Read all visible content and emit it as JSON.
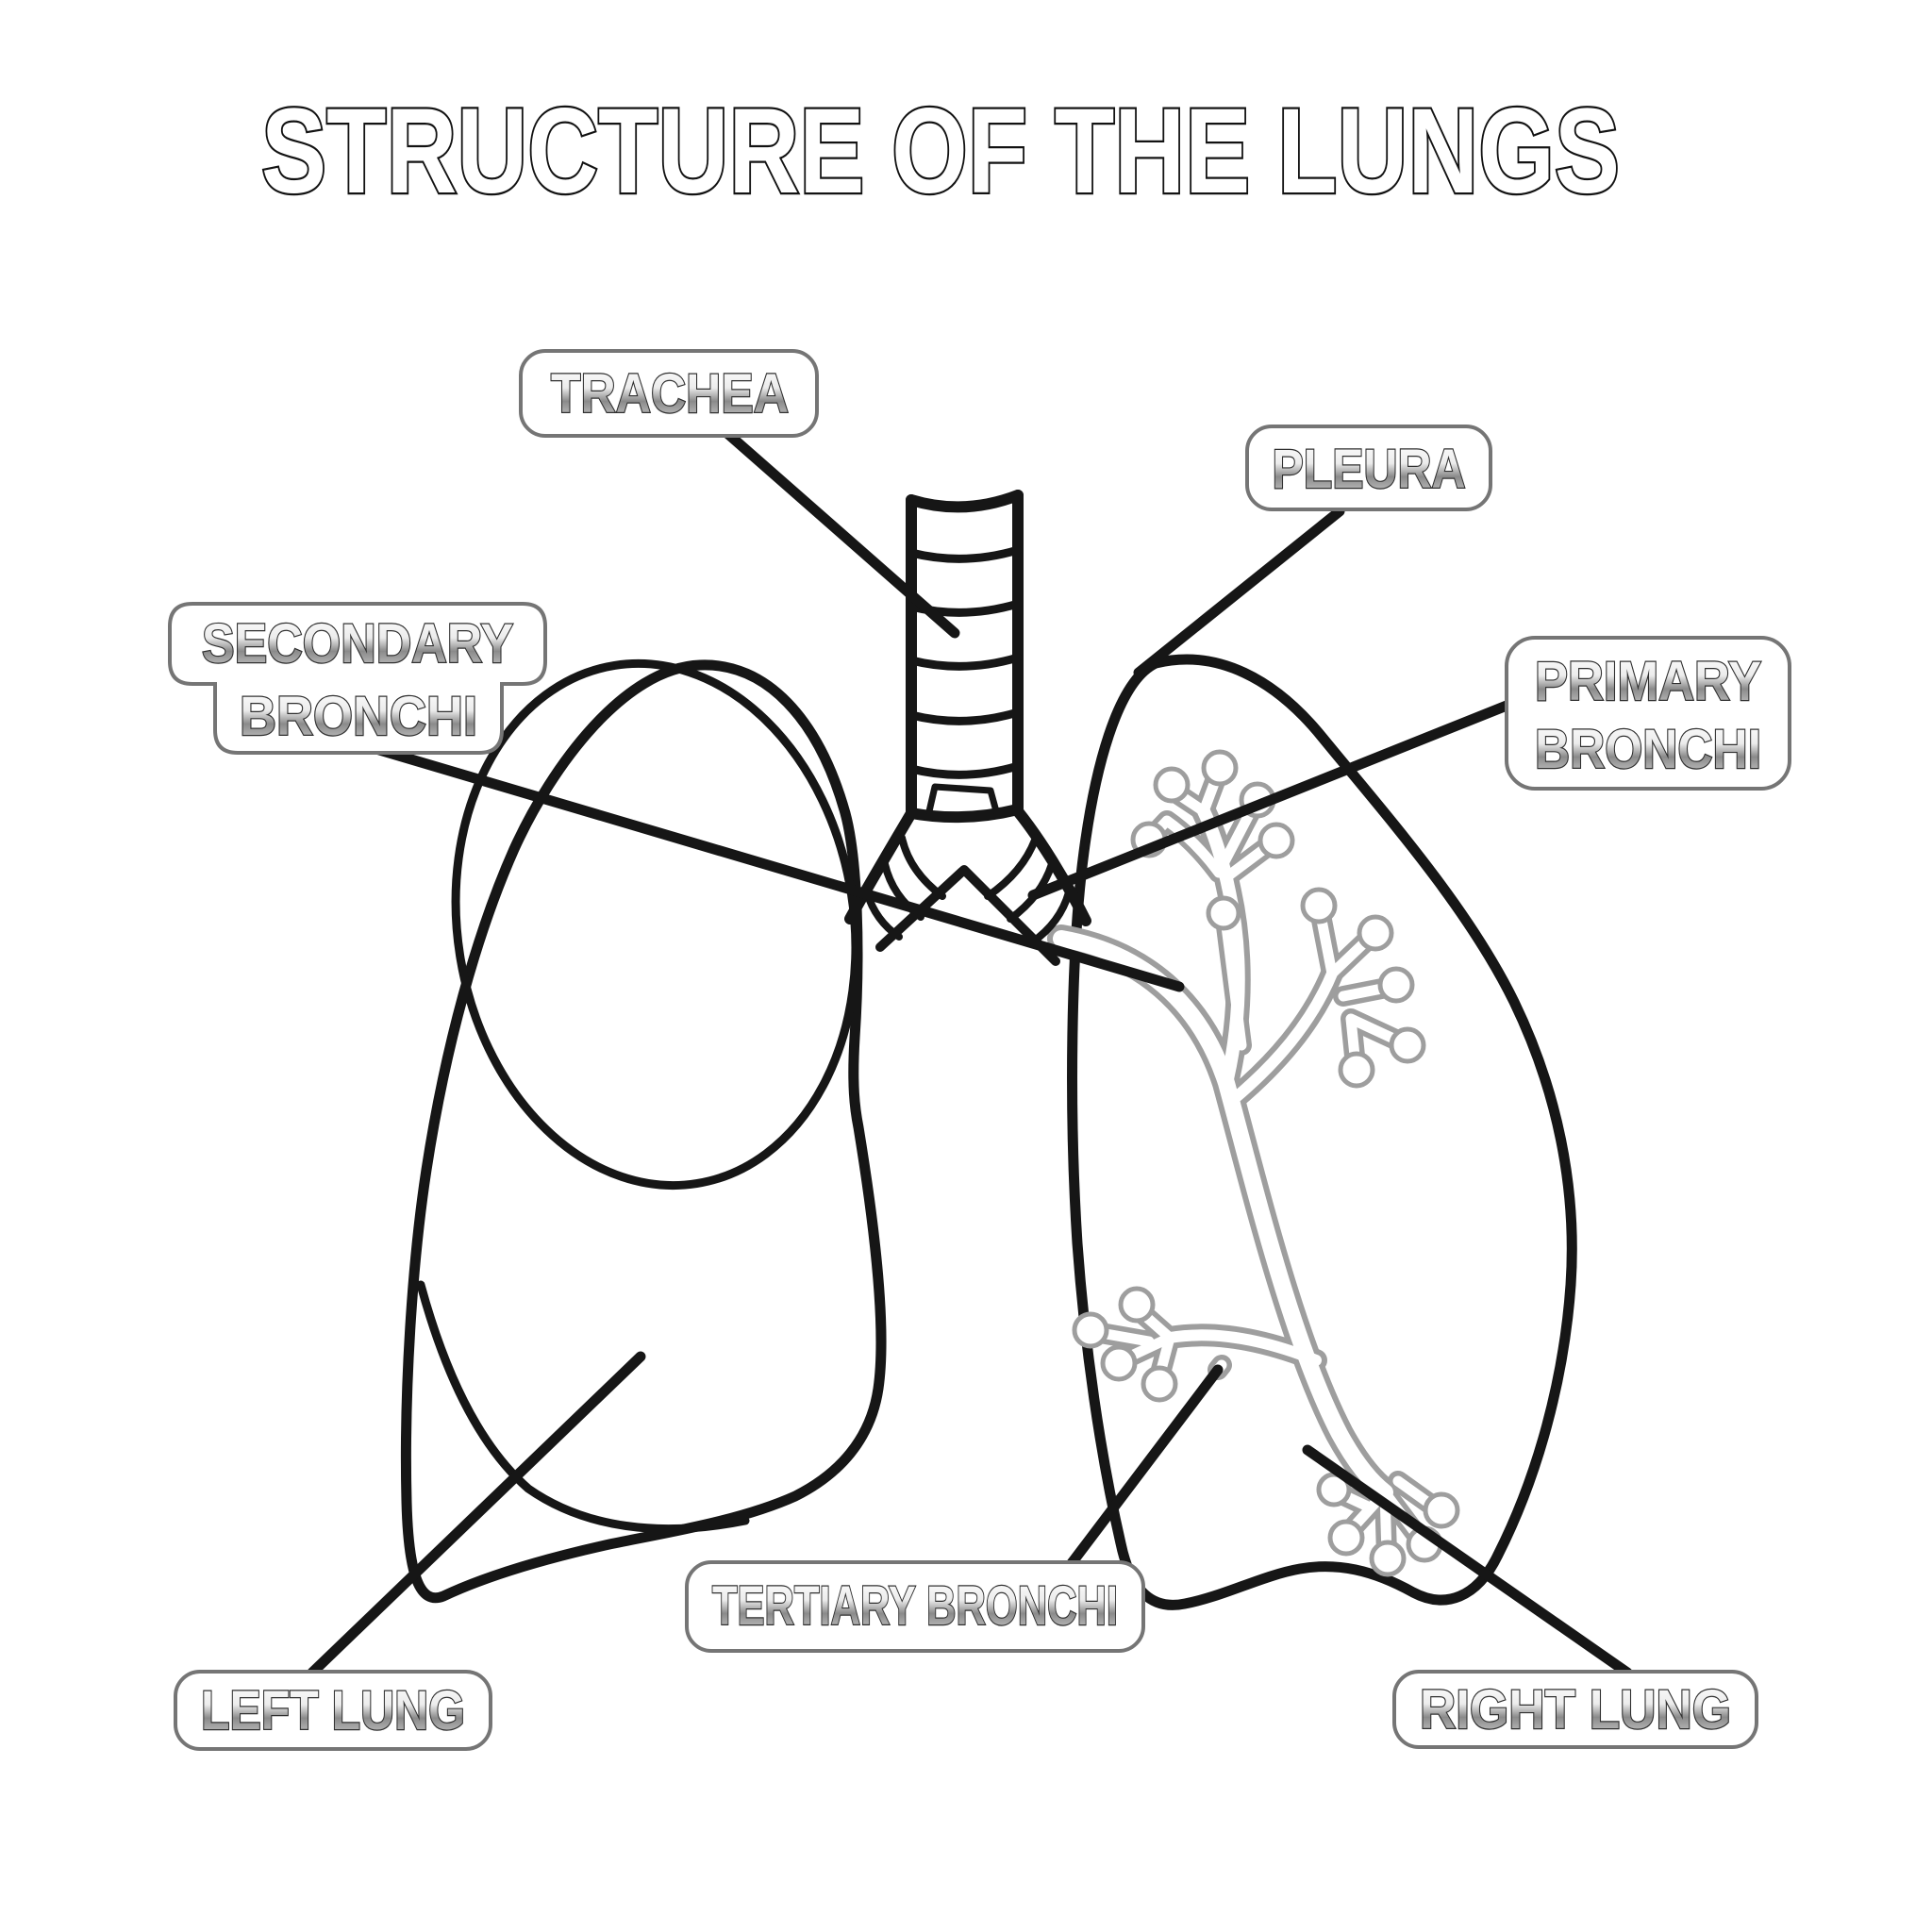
{
  "title": "STRUCTURE OF THE LUNGS",
  "labels": {
    "trachea": "TRACHEA",
    "pleura": "PLEURA",
    "secondary_line1": "SECONDARY",
    "secondary_line2": "BRONCHI",
    "primary_line1": "PRIMARY",
    "primary_line2": "BRONCHI",
    "tertiary": "TERTIARY BRONCHI",
    "left_lung": "LEFT LUNG",
    "right_lung": "RIGHT LUNG"
  },
  "parts_labeled": [
    "TRACHEA",
    "PLEURA",
    "SECONDARY BRONCHI",
    "PRIMARY BRONCHI",
    "TERTIARY BRONCHI",
    "LEFT LUNG",
    "RIGHT LUNG"
  ],
  "colors": {
    "background": "#ffffff",
    "outline_ink": "#161616",
    "label_border_gray": "#757575",
    "label_text_stroke": "#2f2f2f",
    "bronchial_tree_gray": "#9e9e9e"
  }
}
